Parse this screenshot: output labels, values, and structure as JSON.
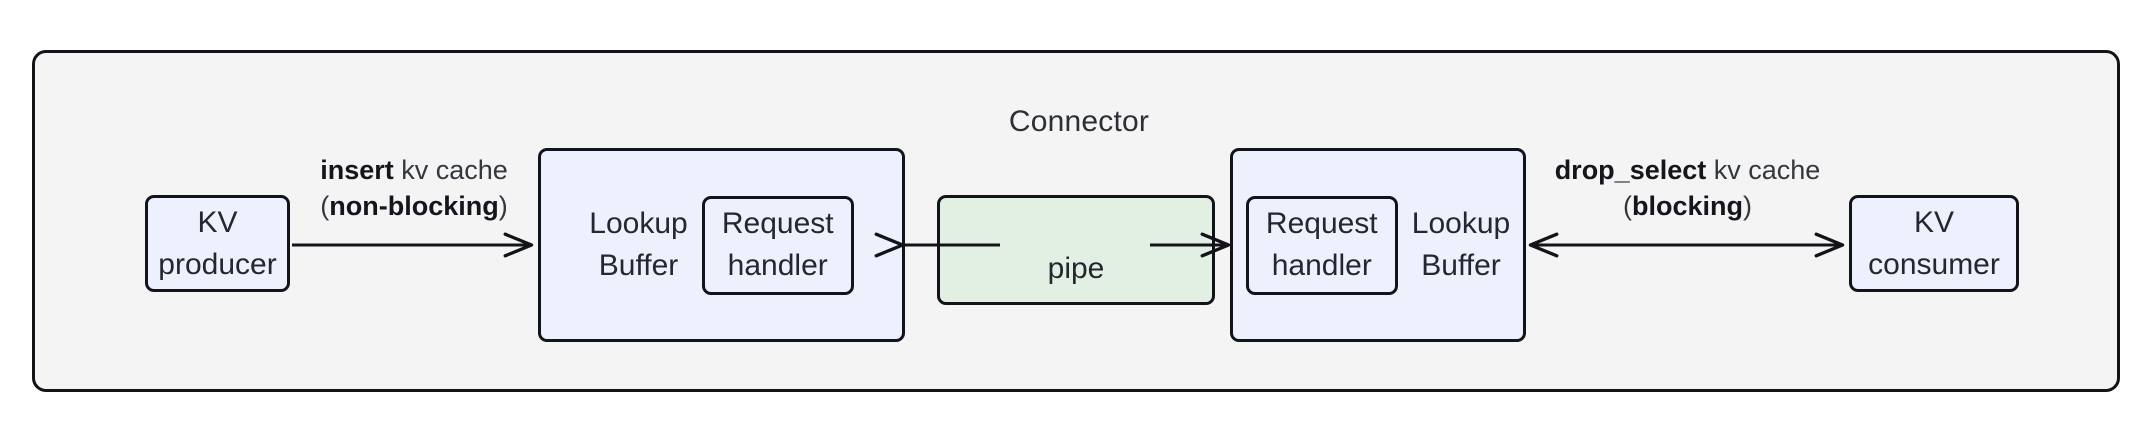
{
  "diagram": {
    "title": "Connector",
    "colors": {
      "container_fill": "#f4f4f4",
      "container_stroke": "#12141a",
      "node_fill": "#edf1fd",
      "pipe_fill": "#e2efe3",
      "text": "#23272f"
    }
  },
  "nodes": {
    "kv_producer": {
      "line1": "KV",
      "line2": "producer"
    },
    "kv_consumer": {
      "line1": "KV",
      "line2": "consumer"
    },
    "lookup_buffer_left": {
      "line1": "Lookup",
      "line2": "Buffer"
    },
    "lookup_buffer_right": {
      "line1": "Lookup",
      "line2": "Buffer"
    },
    "request_handler_left": {
      "line1": "Request",
      "line2": "handler"
    },
    "request_handler_right": {
      "line1": "Request",
      "line2": "handler"
    },
    "pipe": {
      "label": "pipe"
    }
  },
  "edges": {
    "insert": {
      "line1_bold": "insert",
      "line1_rest": " kv cache",
      "line2_open": "(",
      "line2_bold": "non-blocking",
      "line2_close": ")",
      "direction": "producer-to-buffer"
    },
    "drop_select": {
      "line1_bold": "drop_select",
      "line1_rest": " kv cache",
      "line2_open": "(",
      "line2_bold": "blocking",
      "line2_close": ")",
      "direction": "bidirectional"
    },
    "pipe_left": {
      "direction": "pipe-to-left-buffer"
    },
    "pipe_right": {
      "direction": "pipe-to-right-buffer"
    }
  }
}
